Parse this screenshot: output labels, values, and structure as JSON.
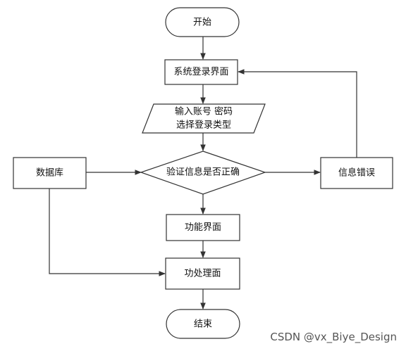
{
  "flowchart": {
    "start": "开始",
    "login_screen": "系统登录界面",
    "input_line1": "输入账号 密码",
    "input_line2": "选择登录类型",
    "database": "数据库",
    "verify": "验证信息是否正确",
    "info_error": "信息错误",
    "function_screen": "功能界面",
    "processing_screen": "功处理面",
    "end": "结束"
  },
  "watermark": "CSDN @vx_Biye_Design",
  "colors": {
    "node_fill": "#ffffff",
    "stroke": "#333333",
    "text": "#111111"
  }
}
